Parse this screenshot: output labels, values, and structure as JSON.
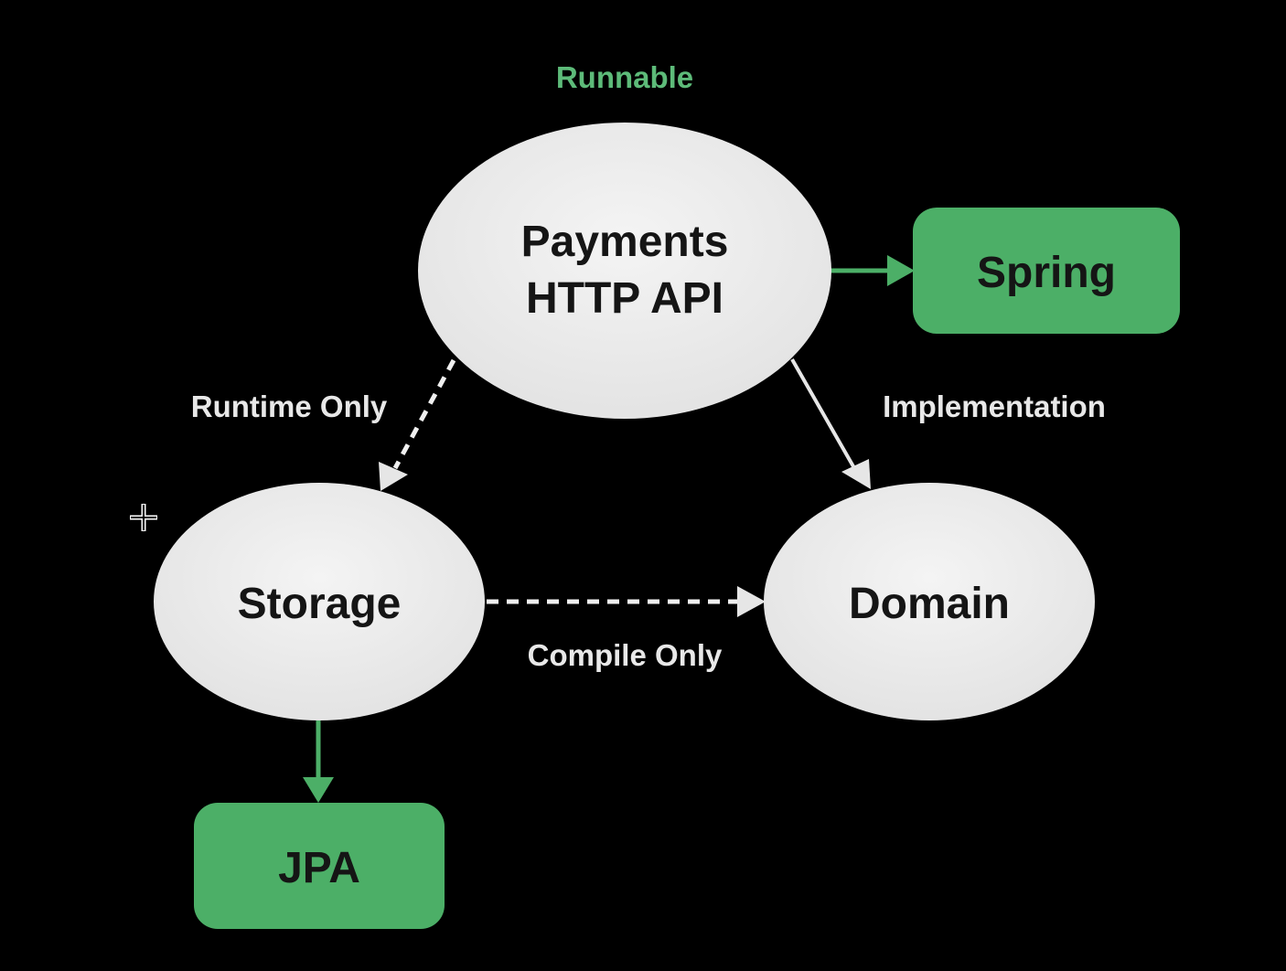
{
  "colors": {
    "background": "#000000",
    "ellipse_fill": "#ececec",
    "library_fill": "#4caf67",
    "edge_solid": "#e6e6e6",
    "edge_dashed": "#f0f0f0",
    "edge_green": "#4caf67",
    "runnable_label": "#5dbb79",
    "edge_label": "#e8e8e8"
  },
  "diagram": {
    "runnable_label": "Runnable",
    "nodes": {
      "payments": {
        "line1": "Payments",
        "line2": "HTTP API"
      },
      "storage": {
        "label": "Storage"
      },
      "domain": {
        "label": "Domain"
      },
      "spring": {
        "label": "Spring"
      },
      "jpa": {
        "label": "JPA"
      }
    },
    "edges": {
      "runtime_only": "Runtime Only",
      "implementation": "Implementation",
      "compile_only": "Compile Only"
    },
    "cursor_icon": "crosshair-move-icon"
  }
}
